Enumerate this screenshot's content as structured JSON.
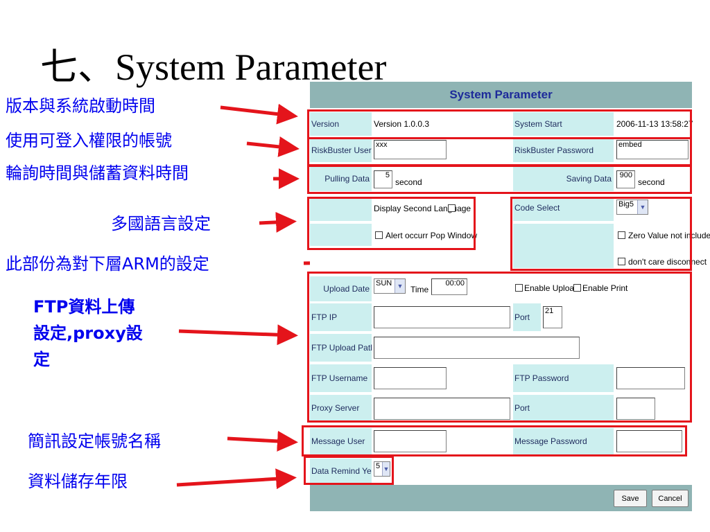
{
  "page_title": "七、System Parameter",
  "annotations": {
    "version_time": "版本與系統啟動時間",
    "login_account": "使用可登入權限的帳號",
    "polling_saving": "輪詢時間與儲蓄資料時間",
    "language": "多國語言設定",
    "arm_settings": "此部份為對下層ARM的設定",
    "ftp_line1": "FTP資料上傳",
    "ftp_line2": "設定,proxy設",
    "ftp_line3": "定",
    "sms_account": "簡訊設定帳號名稱",
    "data_retention": "資料儲存年限"
  },
  "form": {
    "header": "System Parameter",
    "version_label": "Version",
    "version_value": "Version 1.0.0.3",
    "system_start_label": "System Start",
    "system_start_value": "2006-11-13 13:58:27",
    "username_label": "RiskBuster Username",
    "username_value": "xxx",
    "password_label": "RiskBuster Password",
    "password_value": "embed",
    "pulling_label": "Pulling Data",
    "pulling_value": "5",
    "pulling_unit": "second",
    "saving_label": "Saving Data",
    "saving_value": "900",
    "saving_unit": "second",
    "display_second_language": "Display Second Language",
    "alert_popup": "Alert occurr Pop Window",
    "code_select_label": "Code Select",
    "code_select_value": "Big5",
    "zero_value": "Zero Value not include",
    "dont_care": "don't care disconnect",
    "upload_date_label": "Upload Date",
    "upload_date_value": "SUN",
    "time_label": "Time :",
    "time_value": "00:00",
    "enable_upload": "Enable Upload",
    "enable_print": "Enable Print",
    "ftp_ip_label": "FTP IP",
    "ftp_ip_value": "",
    "port_label": "Port",
    "port_value": "21",
    "ftp_upload_path_label": "FTP Upload Path",
    "ftp_upload_path_value": "",
    "ftp_username_label": "FTP Username",
    "ftp_username_value": "",
    "ftp_password_label": "FTP Password",
    "ftp_password_value": "",
    "proxy_server_label": "Proxy Server",
    "proxy_server_value": "",
    "proxy_port_label": "Port",
    "proxy_port_value": "",
    "message_user_label": "Message User",
    "message_user_value": "",
    "message_password_label": "Message Password",
    "message_password_value": "",
    "data_remind_year_label": "Data Remind Year",
    "data_remind_year_value": "5",
    "save_button": "Save",
    "cancel_button": "Cancel"
  },
  "colors": {
    "annotation_text": "#0000ee",
    "highlight_red": "#e4141b",
    "header_bg": "#8fb4b4",
    "label_bg": "#ccefef",
    "header_text": "#1d2a9a"
  }
}
